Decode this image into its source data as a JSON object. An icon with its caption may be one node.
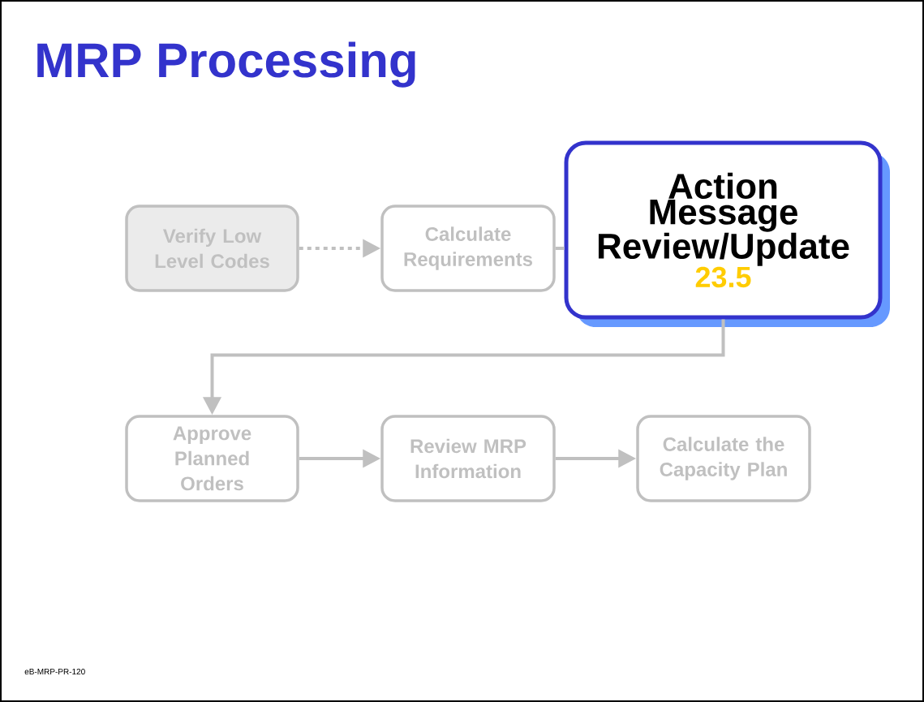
{
  "diagram": {
    "title": "MRP Processing",
    "nodes": [
      {
        "text": [
          "Verify Low Level Codes"
        ]
      },
      {
        "text": [
          "Calculate Requirements"
        ]
      },
      {
        "text": [
          "Action Message Review/Update",
          "23.5"
        ]
      },
      {
        "text": [
          "Approve Planned Orders"
        ]
      },
      {
        "text": [
          "Review MRP Information"
        ]
      },
      {
        "text": [
          "Calculate the Capacity Plan"
        ]
      }
    ],
    "edges": [
      {
        "from": 0,
        "to": 1,
        "arrow": "to",
        "style": "dashed"
      },
      {
        "from": 1,
        "to": 2,
        "arrow": "none"
      },
      {
        "from": 2,
        "to": 3,
        "arrow": "to"
      },
      {
        "from": 3,
        "to": 4,
        "arrow": "to"
      },
      {
        "from": 4,
        "to": 5,
        "arrow": "to"
      }
    ],
    "labels": [
      "eB-MRP-PR-120"
    ]
  }
}
